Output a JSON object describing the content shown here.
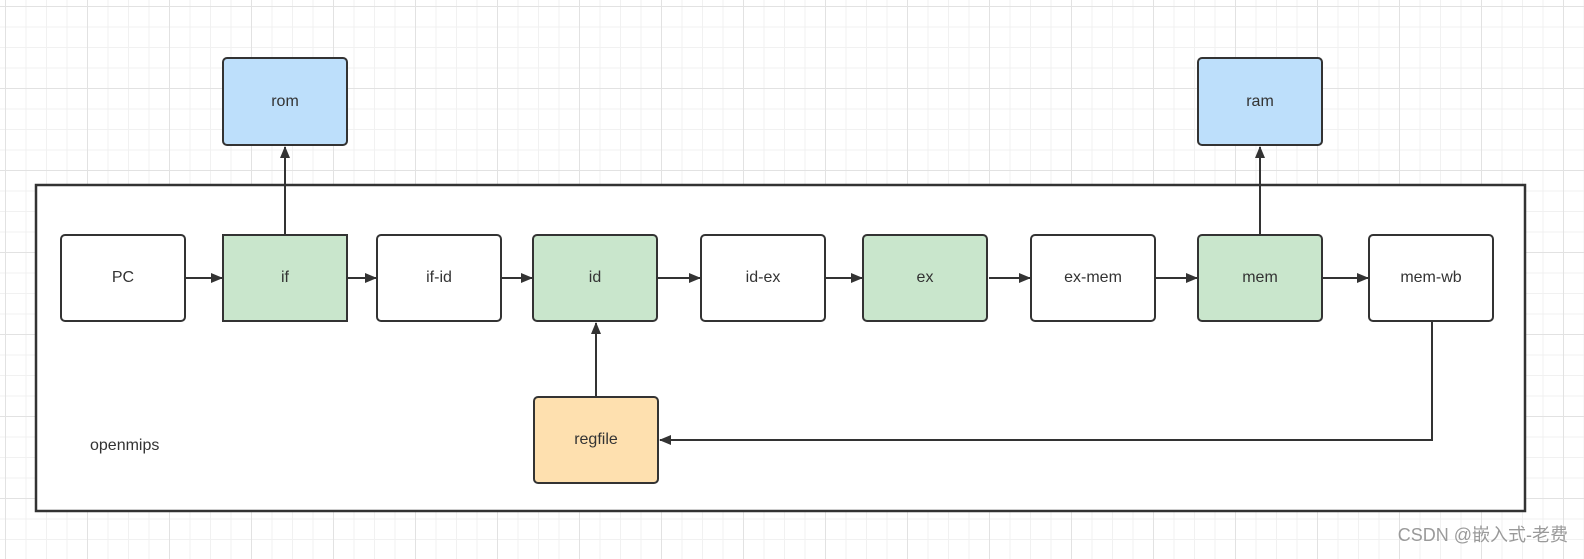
{
  "diagram": {
    "container_label": "openmips",
    "nodes": {
      "rom": "rom",
      "ram": "ram",
      "pc": "PC",
      "if": "if",
      "if_id": "if-id",
      "id": "id",
      "id_ex": "id-ex",
      "ex": "ex",
      "ex_mem": "ex-mem",
      "mem": "mem",
      "mem_wb": "mem-wb",
      "regfile": "regfile"
    }
  },
  "colors": {
    "memory_fill": "#bddffb",
    "stage_fill": "#c9e6cc",
    "register_fill": "#ffffff",
    "regfile_fill": "#fee0af",
    "stroke": "#333333"
  },
  "watermark": "CSDN @嵌入式-老费"
}
